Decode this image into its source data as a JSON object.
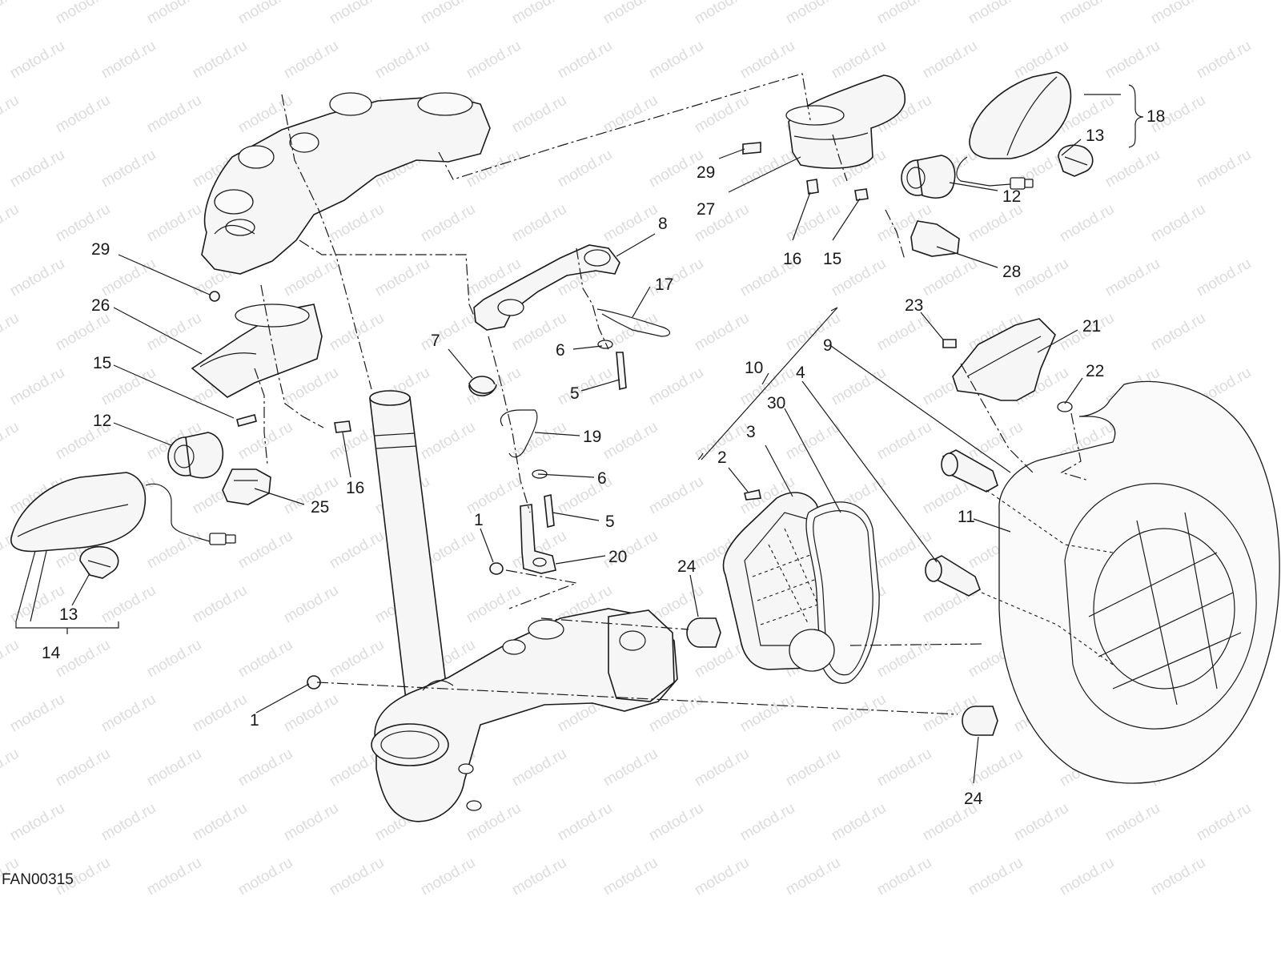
{
  "diagram": {
    "code": "FAN00315",
    "watermark": "motod.ru",
    "callouts": [
      {
        "id": "c29a",
        "label": "29"
      },
      {
        "id": "c26",
        "label": "26"
      },
      {
        "id": "c15a",
        "label": "15"
      },
      {
        "id": "c12a",
        "label": "12"
      },
      {
        "id": "c16a",
        "label": "16"
      },
      {
        "id": "c25",
        "label": "25"
      },
      {
        "id": "c13a",
        "label": "13"
      },
      {
        "id": "c14",
        "label": "14"
      },
      {
        "id": "c1a",
        "label": "1"
      },
      {
        "id": "c1b",
        "label": "1"
      },
      {
        "id": "c7",
        "label": "7"
      },
      {
        "id": "c8",
        "label": "8"
      },
      {
        "id": "c17",
        "label": "17"
      },
      {
        "id": "c6a",
        "label": "6"
      },
      {
        "id": "c5a",
        "label": "5"
      },
      {
        "id": "c19",
        "label": "19"
      },
      {
        "id": "c6b",
        "label": "6"
      },
      {
        "id": "c5b",
        "label": "5"
      },
      {
        "id": "c20",
        "label": "20"
      },
      {
        "id": "c29b",
        "label": "29"
      },
      {
        "id": "c27",
        "label": "27"
      },
      {
        "id": "c16b",
        "label": "16"
      },
      {
        "id": "c15b",
        "label": "15"
      },
      {
        "id": "c12b",
        "label": "12"
      },
      {
        "id": "c28",
        "label": "28"
      },
      {
        "id": "c18",
        "label": "18"
      },
      {
        "id": "c13b",
        "label": "13"
      },
      {
        "id": "c23",
        "label": "23"
      },
      {
        "id": "c21",
        "label": "21"
      },
      {
        "id": "c22",
        "label": "22"
      },
      {
        "id": "c10",
        "label": "10"
      },
      {
        "id": "c9",
        "label": "9"
      },
      {
        "id": "c4",
        "label": "4"
      },
      {
        "id": "c30",
        "label": "30"
      },
      {
        "id": "c2",
        "label": "2"
      },
      {
        "id": "c3",
        "label": "3"
      },
      {
        "id": "c11",
        "label": "11"
      },
      {
        "id": "c24a",
        "label": "24"
      },
      {
        "id": "c24b",
        "label": "24"
      }
    ]
  }
}
